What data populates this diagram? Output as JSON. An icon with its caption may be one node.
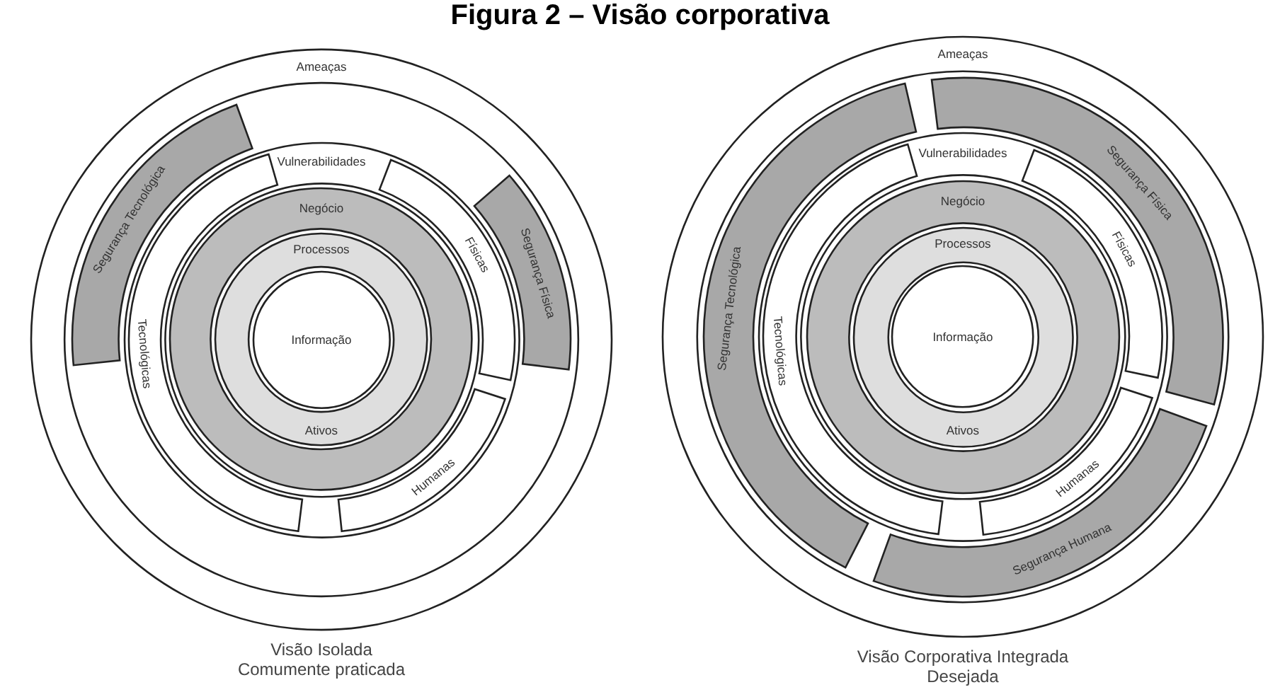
{
  "diagram": {
    "title": "Figura 2 – Visão corporativa",
    "nodes": [
      {
        "text": [
          "Ameaças"
        ]
      },
      {
        "text": [
          "Segurança Tecnológica"
        ],
        "in": 0
      },
      {
        "text": [
          "Segurança Física"
        ],
        "in": 0
      },
      {
        "text": [
          "Vulnerabilidades"
        ],
        "in": 0
      },
      {
        "text": [
          "Tecnológicas"
        ],
        "in": 3
      },
      {
        "text": [
          "Físicas"
        ],
        "in": 3
      },
      {
        "text": [
          "Humanas"
        ],
        "in": 3
      },
      {
        "text": [
          "Negócio"
        ],
        "in": 3
      },
      {
        "text": [
          "Processos",
          "Ativos"
        ],
        "in": 7
      },
      {
        "text": [
          "Informação"
        ],
        "in": 8
      },
      {
        "text": [
          "Ameaças"
        ]
      },
      {
        "text": [
          "Segurança Tecnológica"
        ],
        "in": 10
      },
      {
        "text": [
          "Segurança Física"
        ],
        "in": 10
      },
      {
        "text": [
          "Segurança Humana"
        ],
        "in": 10
      },
      {
        "text": [
          "Vulnerabilidades"
        ],
        "in": 10
      },
      {
        "text": [
          "Tecnológicas"
        ],
        "in": 14
      },
      {
        "text": [
          "Físicas"
        ],
        "in": 14
      },
      {
        "text": [
          "Humanas"
        ],
        "in": 14
      },
      {
        "text": [
          "Negócio"
        ],
        "in": 14
      },
      {
        "text": [
          "Processos",
          "Ativos"
        ],
        "in": 18
      },
      {
        "text": [
          "Informação"
        ],
        "in": 19
      }
    ],
    "labels": [
      "Visão Isolada Comumente praticada",
      "Visão Corporativa Integrada Desejada"
    ]
  }
}
